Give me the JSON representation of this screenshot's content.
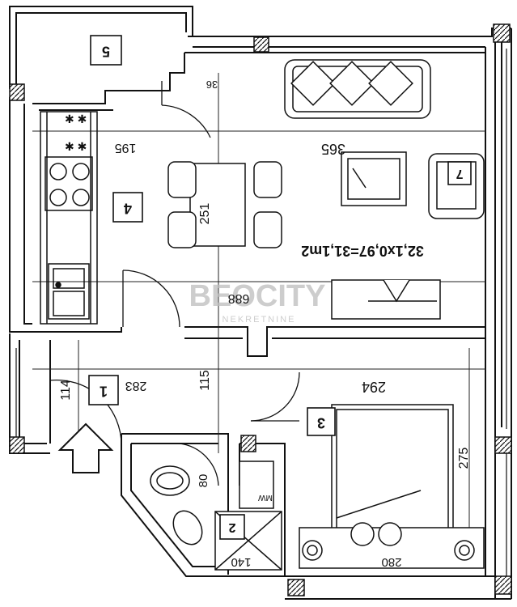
{
  "rooms": {
    "r1": "1",
    "r2": "2",
    "r3": "3",
    "r4": "4",
    "r5": "5",
    "r7": "7"
  },
  "dimensions": {
    "d195": "195",
    "d365": "365",
    "d251": "251",
    "d688": "688",
    "d283": "283",
    "d115": "115",
    "d294": "294",
    "d114": "114",
    "d275": "275",
    "d80": "80",
    "d140": "140",
    "d280": "280",
    "d36": "36"
  },
  "area_formula": "32,1x0,97=31,1m2",
  "watermark": {
    "brand": "BEOCITY",
    "sub": "NEKRETNINE"
  },
  "appliance_label": "MW",
  "colors": {
    "ink": "#111111",
    "paper": "#ffffff",
    "watermark": "#bdbdbd"
  }
}
